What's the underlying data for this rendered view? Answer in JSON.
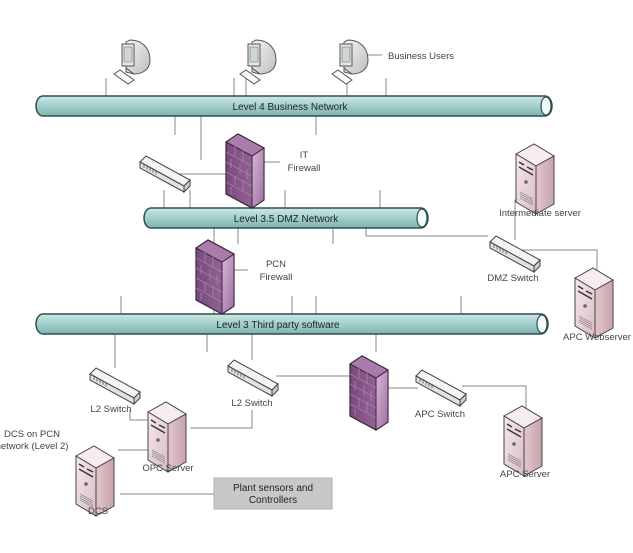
{
  "title": "Industrial network architecture diagram",
  "networks": {
    "level4": "Level 4 Business Network",
    "level35": "Level 3.5 DMZ Network",
    "level3": "Level 3 Third party software"
  },
  "labels": {
    "business_users": "Business Users",
    "it_firewall_line1": "IT",
    "it_firewall_line2": "Firewall",
    "pcn_firewall_line1": "PCN",
    "pcn_firewall_line2": "Firewall",
    "intermediate_server": "Intermediate server",
    "dmz_switch": "DMZ Switch",
    "apc_webserver": "APC Webserver",
    "l2_switch_left": "L2 Switch",
    "l2_switch_right": "L2 Switch",
    "opc_server": "OPC Server",
    "apc_switch": "APC Switch",
    "apc_server": "APC Server",
    "dcs": "DCS",
    "dcs_note_line1": "DCS on PCN",
    "dcs_note_line2": "network (Level 2)",
    "plant_line1": "Plant sensors and",
    "plant_line2": "Controllers"
  },
  "colors": {
    "pipe_fill": "#a9d3d0",
    "pipe_stroke": "#2f4f4d",
    "firewall": "#8a5a8c",
    "server": "#e9d3d8",
    "plant_box": "#c8c8c8"
  }
}
